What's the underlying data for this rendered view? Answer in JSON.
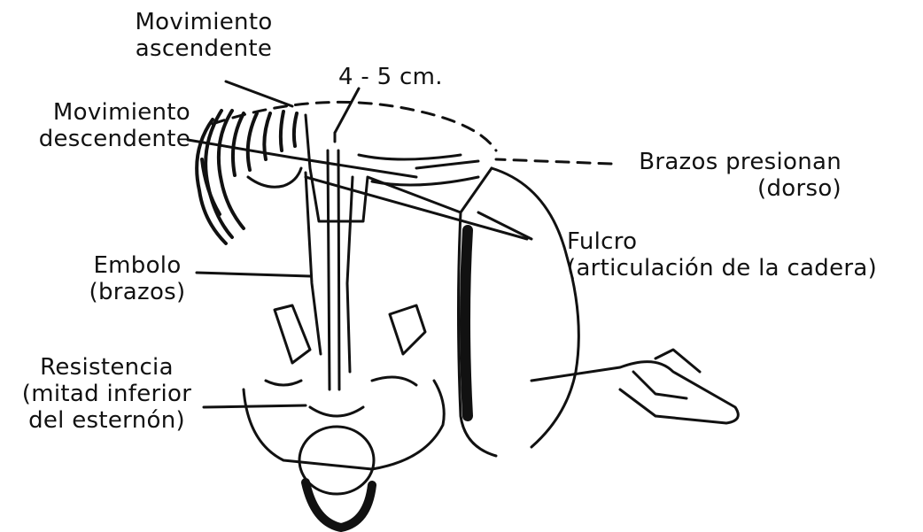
{
  "labels": {
    "ascending": {
      "line1": "Movimiento",
      "line2": "ascendente"
    },
    "depth": "4 - 5 cm.",
    "descending": {
      "line1": "Movimiento",
      "line2": "descendente"
    },
    "arms_press": {
      "line1": "Brazos presionan",
      "line2": "(dorso)"
    },
    "fulcrum": {
      "line1": "Fulcro",
      "line2": "(articulación de la cadera)"
    },
    "piston": {
      "line1": "Embolo",
      "line2": "(brazos)"
    },
    "resistance": {
      "line1": "Resistencia",
      "line2": "(mitad inferior",
      "line3": "del esternón)"
    }
  }
}
